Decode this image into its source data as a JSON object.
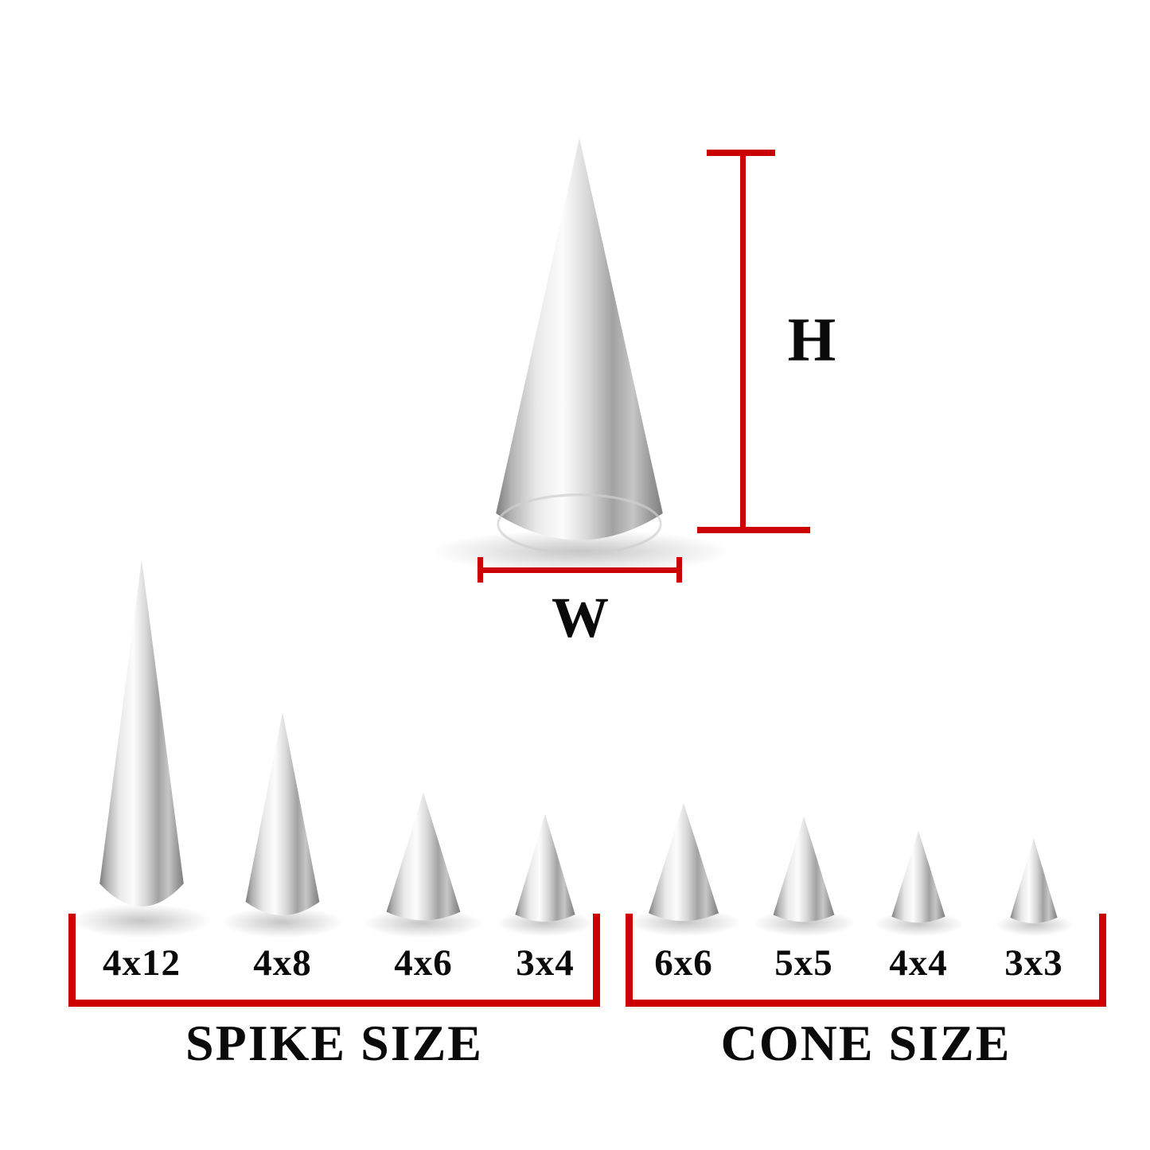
{
  "diagram": {
    "dimension_labels": {
      "height": "H",
      "width": "W"
    },
    "spike_group": {
      "title": "SPIKE SIZE",
      "items": [
        {
          "label": "4x12"
        },
        {
          "label": "4x8"
        },
        {
          "label": "4x6"
        },
        {
          "label": "3x4"
        }
      ]
    },
    "cone_group": {
      "title": "CONE SIZE",
      "items": [
        {
          "label": "6x6"
        },
        {
          "label": "5x5"
        },
        {
          "label": "4x4"
        },
        {
          "label": "3x3"
        }
      ]
    },
    "colors": {
      "dimension_line": "#cc0000",
      "text": "#0a0a0a"
    }
  }
}
